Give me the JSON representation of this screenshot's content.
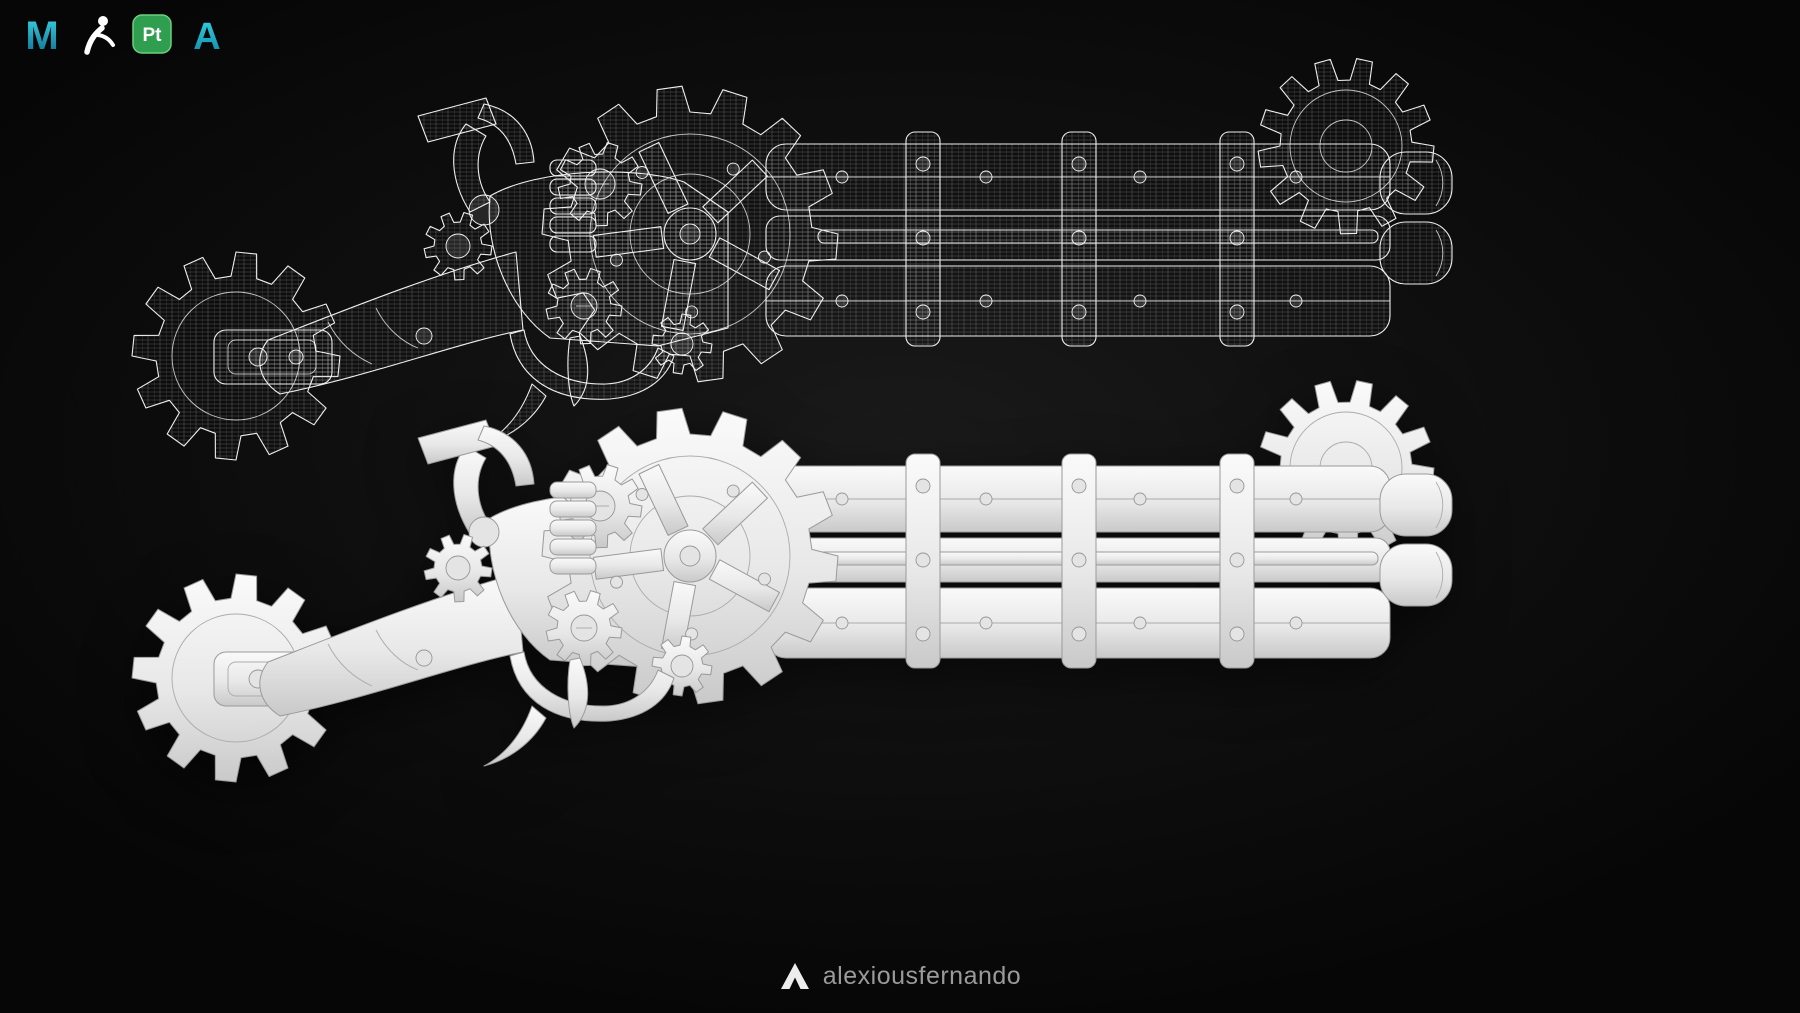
{
  "page": {
    "background_center": "#1a1a1a",
    "background_edge": "#060606"
  },
  "software_badges": [
    {
      "id": "maya",
      "glyph": "M",
      "accent": "#1db9cf"
    },
    {
      "id": "zbrush",
      "glyph": "",
      "accent": "#ffffff"
    },
    {
      "id": "substance-painter",
      "glyph": "Pt",
      "accent": "#2f9e4f"
    },
    {
      "id": "arnold",
      "glyph": "A",
      "accent": "#1db9cf"
    }
  ],
  "renders": {
    "wireframe_line_color": "#efefef",
    "clay_surface_color": "#e8e8e8"
  },
  "watermark": {
    "artist": "alexiousfernando",
    "text_color": "#9a9a9a"
  }
}
